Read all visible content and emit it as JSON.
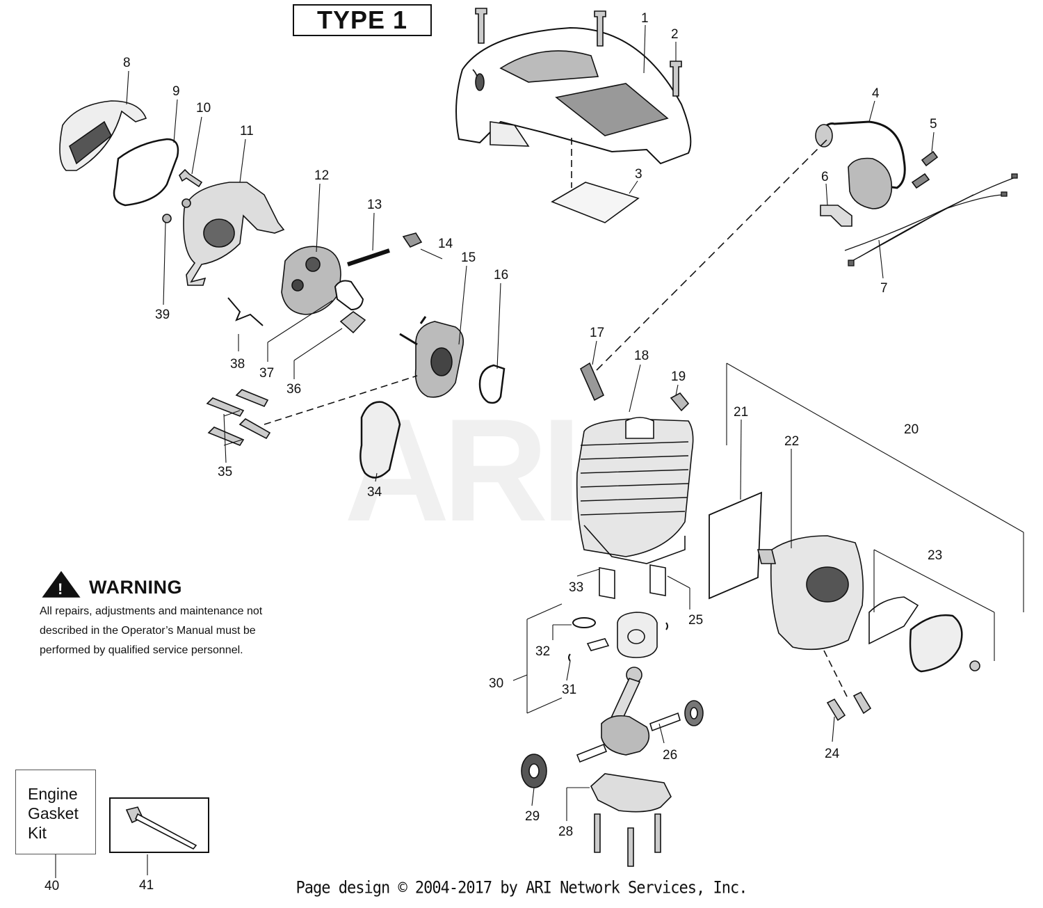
{
  "header": {
    "type_label": "TYPE 1"
  },
  "watermark": "ARI",
  "warning": {
    "title": "WARNING",
    "lines": [
      "All repairs, adjustments and maintenance not",
      "described in the Operator’s Manual must be",
      "performed by qualified  service personnel."
    ]
  },
  "kit": {
    "lines": [
      "Engine",
      "Gasket",
      "Kit"
    ]
  },
  "footer": "Page design © 2004-2017 by ARI Network Services, Inc.",
  "callouts": [
    {
      "num": "1",
      "name": "callout-1"
    },
    {
      "num": "2",
      "name": "callout-2"
    },
    {
      "num": "3",
      "name": "callout-3"
    },
    {
      "num": "4",
      "name": "callout-4"
    },
    {
      "num": "5",
      "name": "callout-5"
    },
    {
      "num": "6",
      "name": "callout-6"
    },
    {
      "num": "7",
      "name": "callout-7"
    },
    {
      "num": "8",
      "name": "callout-8"
    },
    {
      "num": "9",
      "name": "callout-9"
    },
    {
      "num": "10",
      "name": "callout-10"
    },
    {
      "num": "11",
      "name": "callout-11"
    },
    {
      "num": "12",
      "name": "callout-12"
    },
    {
      "num": "13",
      "name": "callout-13"
    },
    {
      "num": "14",
      "name": "callout-14"
    },
    {
      "num": "15",
      "name": "callout-15"
    },
    {
      "num": "16",
      "name": "callout-16"
    },
    {
      "num": "17",
      "name": "callout-17"
    },
    {
      "num": "18",
      "name": "callout-18"
    },
    {
      "num": "19",
      "name": "callout-19"
    },
    {
      "num": "20",
      "name": "callout-20"
    },
    {
      "num": "21",
      "name": "callout-21"
    },
    {
      "num": "22",
      "name": "callout-22"
    },
    {
      "num": "23",
      "name": "callout-23"
    },
    {
      "num": "24",
      "name": "callout-24"
    },
    {
      "num": "25",
      "name": "callout-25"
    },
    {
      "num": "26",
      "name": "callout-26"
    },
    {
      "num": "28",
      "name": "callout-28"
    },
    {
      "num": "29",
      "name": "callout-29"
    },
    {
      "num": "30",
      "name": "callout-30"
    },
    {
      "num": "31",
      "name": "callout-31"
    },
    {
      "num": "32",
      "name": "callout-32"
    },
    {
      "num": "33",
      "name": "callout-33"
    },
    {
      "num": "34",
      "name": "callout-34"
    },
    {
      "num": "35",
      "name": "callout-35"
    },
    {
      "num": "36",
      "name": "callout-36"
    },
    {
      "num": "37",
      "name": "callout-37"
    },
    {
      "num": "38",
      "name": "callout-38"
    },
    {
      "num": "39",
      "name": "callout-39"
    },
    {
      "num": "40",
      "name": "callout-40"
    },
    {
      "num": "41",
      "name": "callout-41"
    }
  ]
}
